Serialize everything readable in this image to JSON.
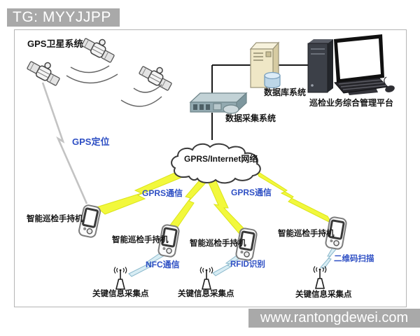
{
  "banners": {
    "top": "TG: MYYJJPP",
    "bottom": "www.rantongdewei.com"
  },
  "diagram": {
    "gps_system": "GPS卫星系统",
    "database": "数据库系统",
    "platform": "巡检业务综合管理平台",
    "collector": "数据采集系统",
    "cloud": "GPRS/Internet网络",
    "gps_link": "GPS定位",
    "gprs_links": [
      "GPRS通信",
      "GPRS通信"
    ],
    "handhelds": [
      "智能巡检手持机",
      "智能巡检手持机",
      "智能巡检手持机",
      "智能巡检手持机"
    ],
    "nfc": "NFC通信",
    "rfid": "RFID识别",
    "qr": "二维码扫描",
    "collection_points": [
      "关键信息采集点",
      "关键信息采集点",
      "关键信息采集点"
    ]
  },
  "icons": [
    "satellite-icon",
    "radio-wave-icon",
    "server-icon",
    "desktop-computer-icon",
    "router-icon",
    "cloud-shape",
    "handheld-device-icon",
    "antenna-icon",
    "lightning-bolt-yellow",
    "lightning-bolt-gray",
    "lightning-bolt-cyan"
  ],
  "colors": {
    "banner_gray": "#a9a9a9",
    "label_blue": "#2e4fc4",
    "bolt_yellow": "#f2f83c",
    "bolt_yellow_edge": "#dbe41a",
    "bolt_cyan": "#d8edf4",
    "bolt_cyan_edge": "#8ab8cc",
    "server_beige": "#efe7c6",
    "db_cylinder_blue": "#bcd6e8",
    "router_gray_blue": "#93aab1"
  }
}
